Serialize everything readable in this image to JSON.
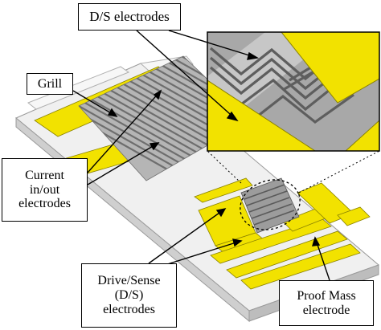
{
  "labels": {
    "ds_electrodes": "D/S electrodes",
    "grill": "Grill",
    "current_line1": "Current",
    "current_line2": "in/out",
    "current_line3": "electrodes",
    "drive_line1": "Drive/Sense",
    "drive_line2": "(D/S)",
    "drive_line3": "electrodes",
    "proof_line1": "Proof Mass",
    "proof_line2": "electrode"
  },
  "colors": {
    "electrode_yellow": "#f2e200",
    "grill_gray": "#8c8c8c",
    "substrate_light": "#e6e6e6",
    "substrate_side": "#c4c4c4",
    "outline": "#000000"
  }
}
